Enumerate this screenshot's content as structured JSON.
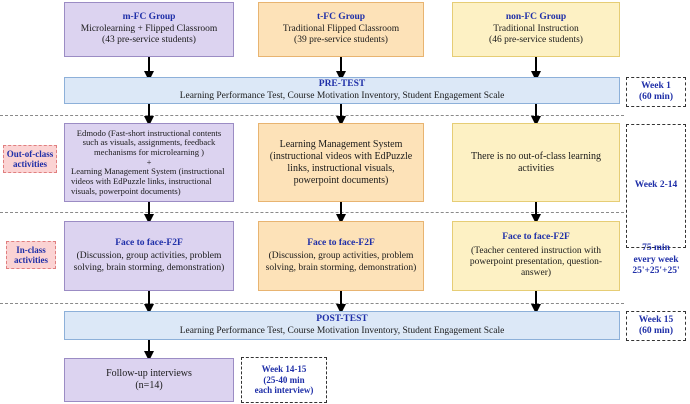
{
  "groups": [
    {
      "title": "m-FC Group",
      "subtitle": "Microlearning + Flipped Classroom",
      "count": "(43 pre-service students)"
    },
    {
      "title": "t-FC Group",
      "subtitle": "Traditional Flipped Classroom",
      "count": "(39 pre-service students)"
    },
    {
      "title": "non-FC Group",
      "subtitle": "Traditional Instruction",
      "count": "(46 pre-service students)"
    }
  ],
  "pretest": {
    "title": "PRE-TEST",
    "text": "Learning Performance Test, Course Motivation Inventory, Student Engagement Scale"
  },
  "posttest": {
    "title": "POST-TEST",
    "text": "Learning Performance Test, Course Motivation Inventory, Student Engagement Scale"
  },
  "out_of_class": {
    "label": "Out-of-class activities",
    "mfc_line1": "Edmodo (Fast-short instructional contents such as visuals, assignments, feedback mechanisms for microlearning )",
    "mfc_plus": "+",
    "mfc_line2": "Learning Management System (instructional videos with EdPuzzle links, instructional visuals, powerpoint documents)",
    "tfc": "Learning Management System (instructional videos with EdPuzzle links, instructional visuals, powerpoint documents)",
    "nonfc": "There is no out-of-class learning activities"
  },
  "in_class": {
    "label": "In-class activities",
    "mfc_title": "Face to face-F2F",
    "mfc_text": "(Discussion, group activities, problem solving, brain storming, demonstration)",
    "tfc_title": "Face to face-F2F",
    "tfc_text": "(Discussion, group activities, problem solving, brain storming, demonstration)",
    "nonfc_title": "Face to face-F2F",
    "nonfc_text": "(Teacher centered instruction with powerpoint presentation, question-answer)"
  },
  "followup": {
    "title": "Follow-up interviews",
    "count": "(n=14)"
  },
  "weeks": {
    "week1_a": "Week 1",
    "week1_b": "(60 min)",
    "week2_14": "Week 2-14",
    "inclass_a": "75 min",
    "inclass_b": "every week",
    "inclass_c": "25'+25'+25'",
    "week15_a": "Week 15",
    "week15_b": "(60 min)",
    "interview_a": "Week 14-15",
    "interview_b": "(25-40 min",
    "interview_c": "each interview)"
  },
  "colors": {
    "mfc": "#dcd3f0",
    "tfc": "#fde2b8",
    "nonfc": "#fdf1c4",
    "test": "#dce8f7",
    "label": "#fbd3d3",
    "title_text": "#1f2fa8"
  }
}
